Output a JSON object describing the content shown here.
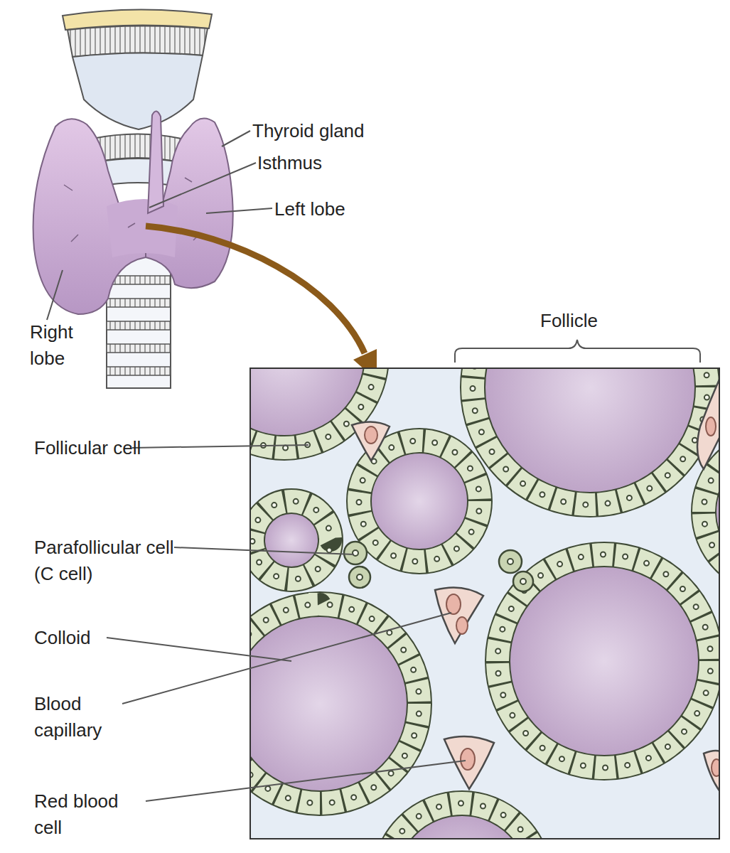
{
  "diagram": {
    "labels": [
      "Thyroid gland",
      "Isthmus",
      "Left lobe",
      "Right lobe",
      "Follicle",
      "Follicular cell",
      "Parafollicular cell (C cell)",
      "Colloid",
      "Blood capillary",
      "Red blood cell"
    ]
  }
}
